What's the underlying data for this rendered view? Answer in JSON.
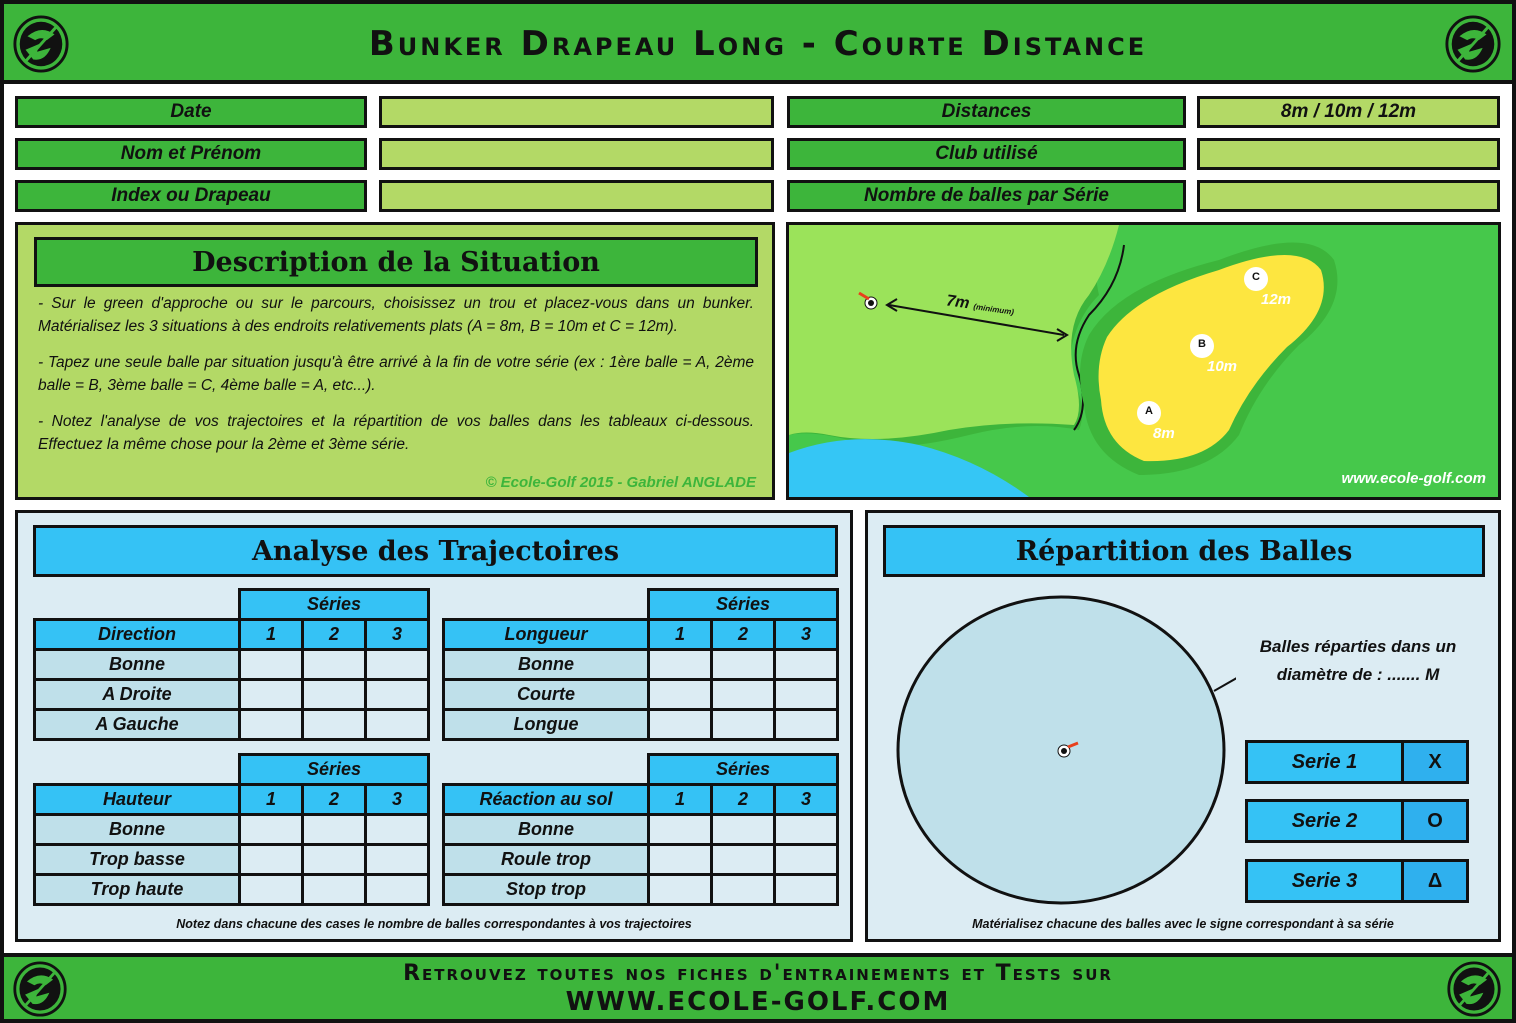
{
  "header": {
    "title": "Bunker Drapeau Long - Courte Distance",
    "logo_icon": "ecole-golf-logo-icon"
  },
  "info": {
    "left": [
      {
        "label": "Date",
        "value": ""
      },
      {
        "label": "Nom et Prénom",
        "value": ""
      },
      {
        "label": "Index ou Drapeau",
        "value": ""
      }
    ],
    "right": [
      {
        "label": "Distances",
        "value": "8m / 10m / 12m"
      },
      {
        "label": "Club utilisé",
        "value": ""
      },
      {
        "label": "Nombre de balles par Série",
        "value": ""
      }
    ]
  },
  "description": {
    "title": "Description de la Situation",
    "paragraphs": [
      "- Sur le green d'approche ou sur le parcours, choisissez un trou et placez-vous dans un bunker. Matérialisez les 3 situations à des endroits relativements plats (A = 8m, B = 10m et C = 12m).",
      "- Tapez une seule balle par situation jusqu'à être arrivé à la fin de votre série (ex : 1ère balle = A, 2ème balle = B, 3ème balle = C, 4ème balle = A, etc...).",
      "- Notez l'analyse de vos trajectoires et la répartition de vos balles dans les tableaux ci-dessous. Effectuez la même chose pour la 2ème et 3ème série."
    ],
    "copyright": "© Ecole-Golf  2015 - Gabriel ANGLADE"
  },
  "map": {
    "distance_label": "7m",
    "distance_note": "(minimum)",
    "points": [
      {
        "id": "A",
        "distance": "8m"
      },
      {
        "id": "B",
        "distance": "10m"
      },
      {
        "id": "C",
        "distance": "12m"
      }
    ],
    "watermark": "www.ecole-golf.com",
    "colors": {
      "green": "#9be35a",
      "fringe": "#3db53b",
      "fairway": "#46c84b",
      "sand": "#fde640",
      "water": "#35c6f5"
    }
  },
  "analysis": {
    "title": "Analyse des Trajectoires",
    "series_label": "Séries",
    "columns": [
      "1",
      "2",
      "3"
    ],
    "tables": [
      {
        "header": "Direction",
        "rows": [
          "Bonne",
          "A Droite",
          "A Gauche"
        ]
      },
      {
        "header": "Longueur",
        "rows": [
          "Bonne",
          "Courte",
          "Longue"
        ]
      },
      {
        "header": "Hauteur",
        "rows": [
          "Bonne",
          "Trop basse",
          "Trop haute"
        ]
      },
      {
        "header": "Réaction au sol",
        "rows": [
          "Bonne",
          "Roule trop",
          "Stop trop"
        ]
      }
    ],
    "note": "Notez dans chacune des cases le nombre de balles correspondantes à vos trajectoires"
  },
  "repartition": {
    "title": "Répartition des Balles",
    "diameter_line1": "Balles réparties dans un",
    "diameter_line2": "diamètre de : ....... M",
    "series": [
      {
        "label": "Serie 1",
        "symbol": "X"
      },
      {
        "label": "Serie 2",
        "symbol": "O"
      },
      {
        "label": "Serie 3",
        "symbol": "Δ"
      }
    ],
    "note": "Matérialisez chacune des balles avec le signe correspondant à sa série"
  },
  "footer": {
    "line1": "Retrouvez toutes nos fiches d'entrainements et Tests sur",
    "line2": "WWW.ECOLE-GOLF.COM"
  },
  "colors": {
    "green": "#3db53b",
    "light_green": "#b3d966",
    "blue": "#35c2f5",
    "light_blue": "#dcecf3"
  }
}
